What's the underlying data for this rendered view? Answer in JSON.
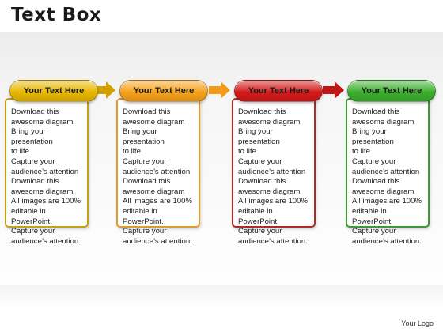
{
  "title": "Text Box",
  "footer_logo": "Your Logo",
  "box_text": "Download this\nawesome diagram\nBring your presentation\nto life\nCapture your\naudience’s attention\nDownload this\nawesome diagram\nAll images are 100%\neditable in PowerPoint.\nCapture your\naudience’s attention.",
  "steps": [
    {
      "label": "Your Text Here",
      "color": "#e8b800",
      "border": "#c9a015"
    },
    {
      "label": "Your Text Here",
      "color": "#f7a21b",
      "border": "#e39a2c"
    },
    {
      "label": "Your Text Here",
      "color": "#d41a1a",
      "border": "#b42828"
    },
    {
      "label": "Your Text Here",
      "color": "#3cae2e",
      "border": "#3a9a34"
    }
  ],
  "arrows": [
    {
      "color": "#d4a000"
    },
    {
      "color": "#f29a1a"
    },
    {
      "color": "#c01616"
    }
  ]
}
